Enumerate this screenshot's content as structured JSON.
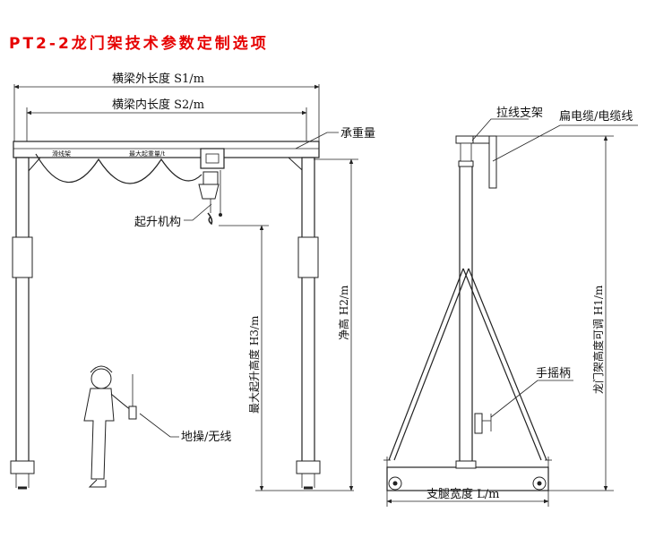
{
  "title": "PT2-2龙门架技术参数定制选项",
  "colors": {
    "title": "#e60000",
    "line": "#222222"
  },
  "labels": {
    "beam_outer_length": "横梁外长度 S1/m",
    "beam_inner_length": "横梁内长度 S2/m",
    "load_capacity": "承重量",
    "beam_text_left": "滑线架",
    "beam_text_right": "最大起重量/t",
    "lifting_mechanism": "起升机构",
    "max_lift_height": "最大起升高度 H3/m",
    "clear_height": "净高 H2/m",
    "ground_control": "地操/无线",
    "cable_bracket": "拉线支架",
    "flat_cable": "扁电缆/电缆线",
    "gantry_height_adjustable": "龙门架高度可调 H1/m",
    "hand_crank": "手摇柄",
    "leg_width": "支腿宽度 L/m"
  }
}
